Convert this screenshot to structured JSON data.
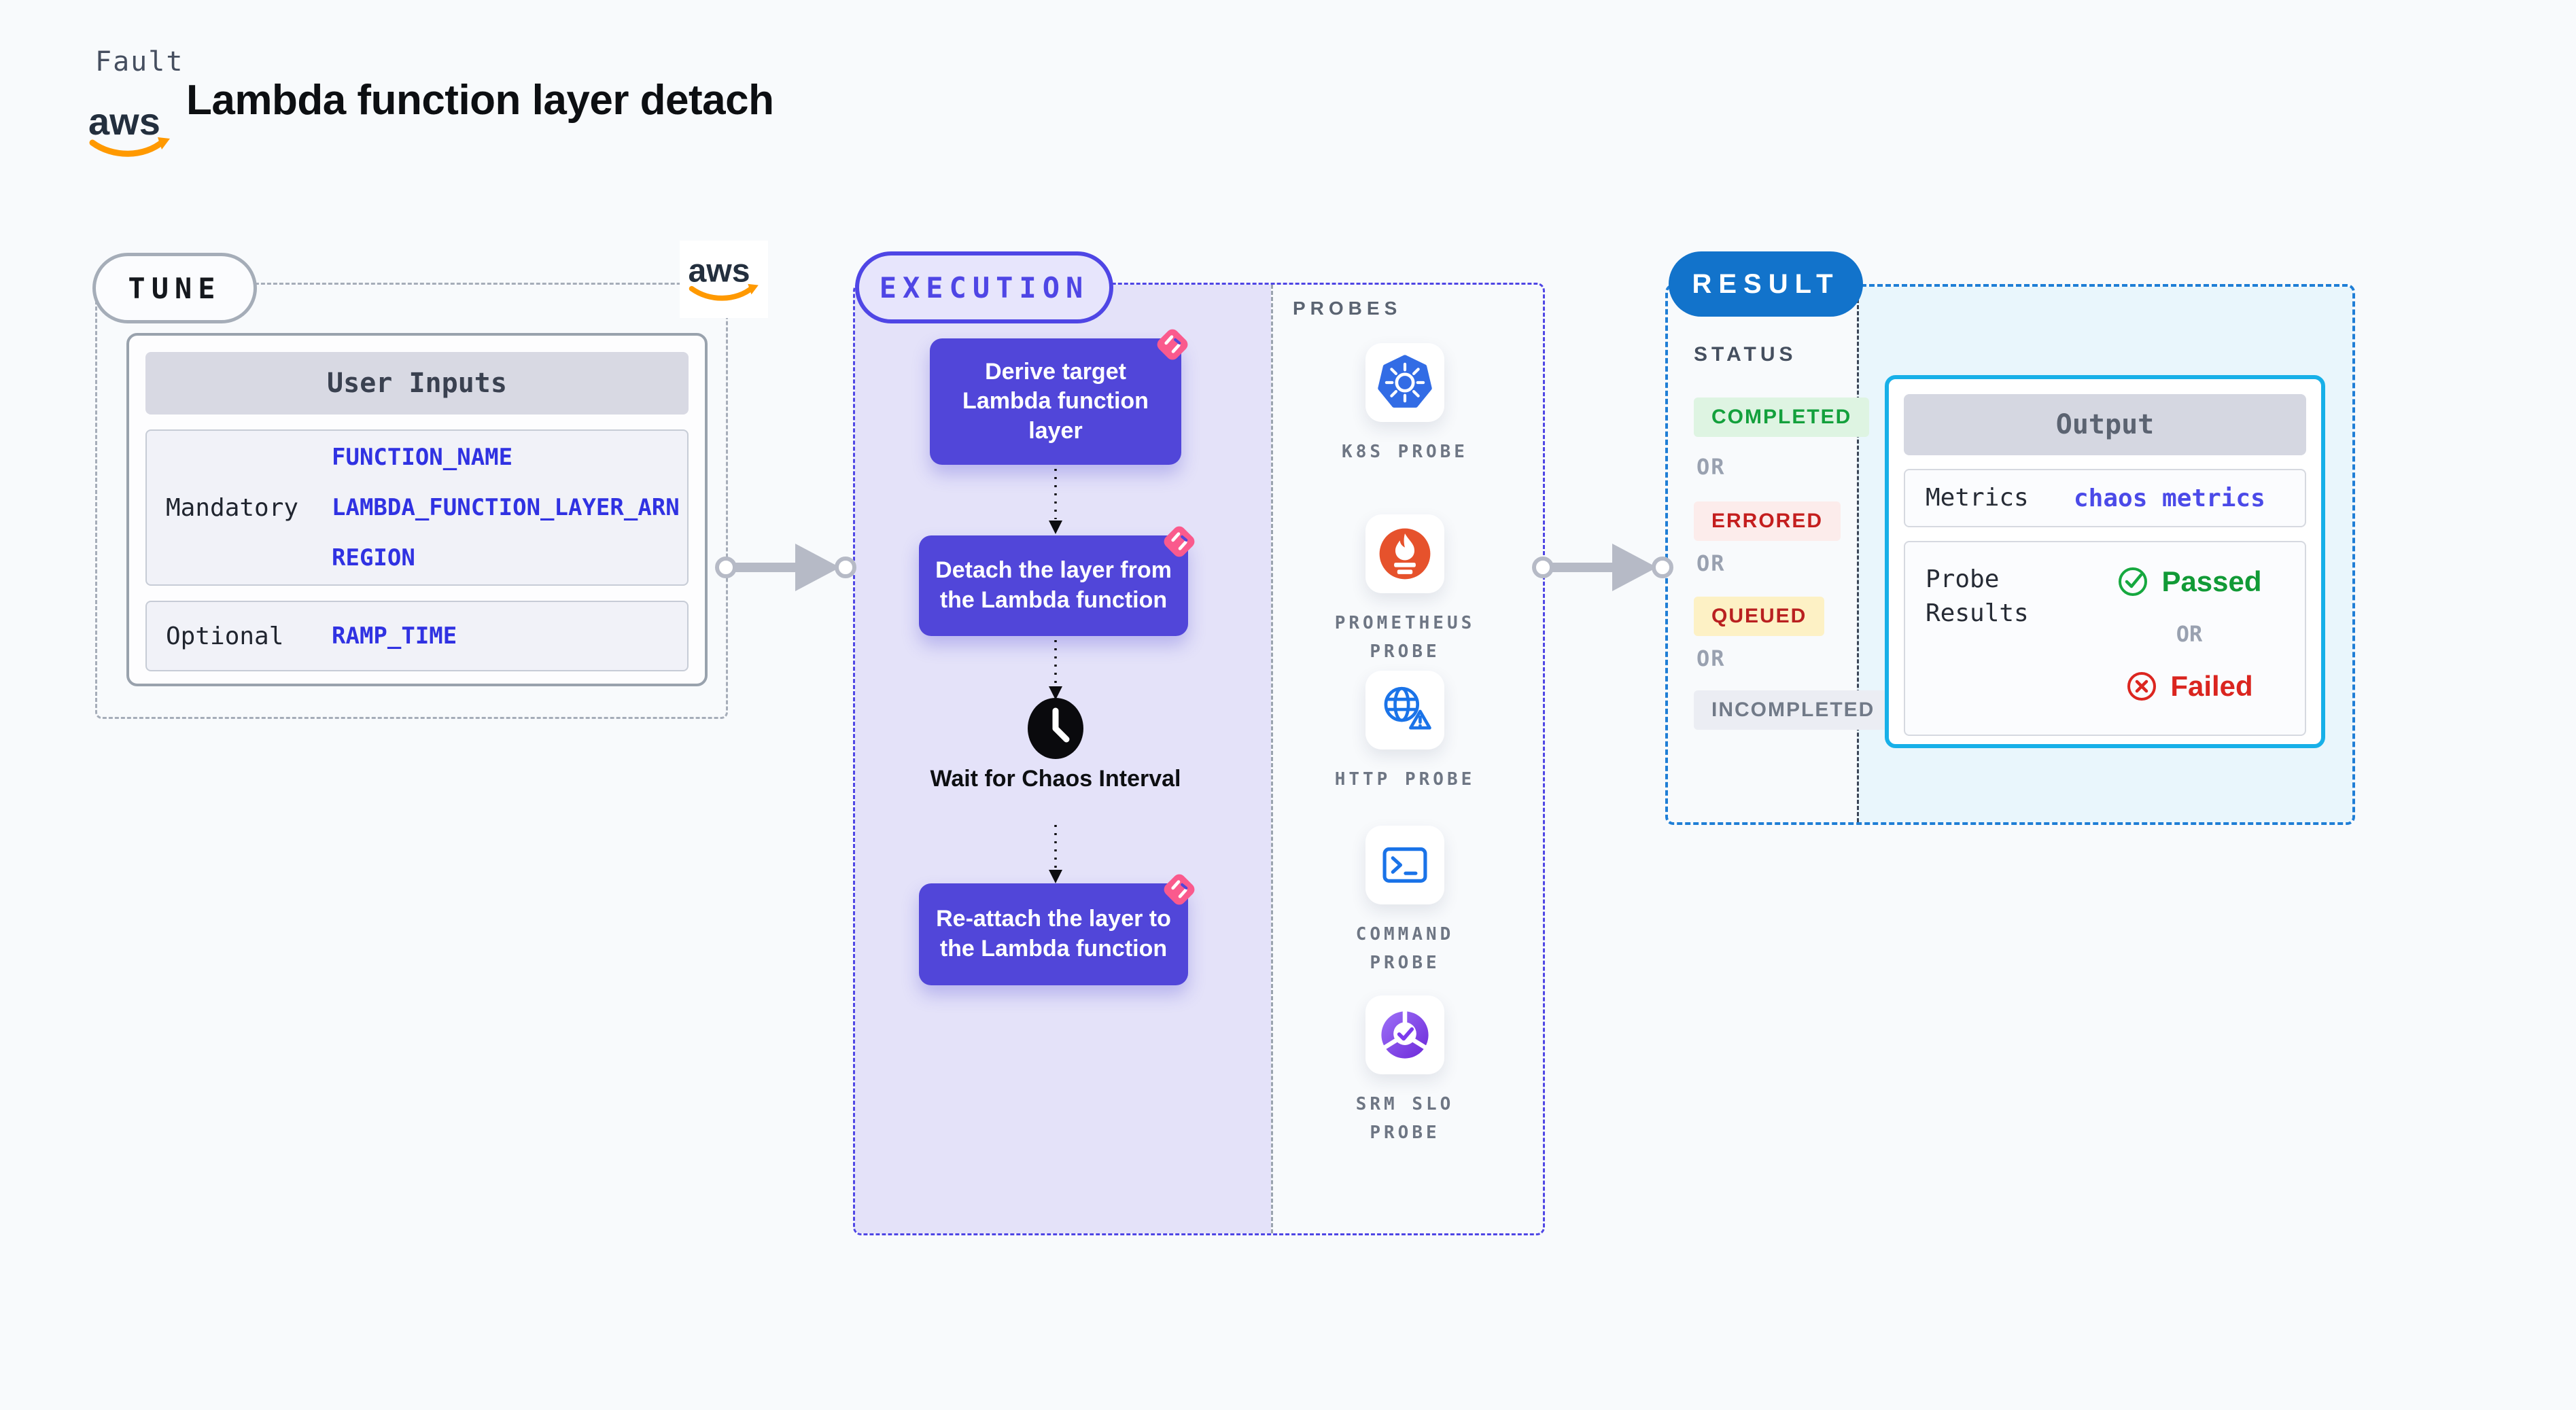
{
  "header": {
    "eyebrow": "Fault",
    "title": "Lambda function layer detach",
    "aws_logo_text": "aws"
  },
  "tune": {
    "badge": "TUNE",
    "table": {
      "title": "User Inputs",
      "rows": [
        {
          "label": "Mandatory",
          "values": [
            "FUNCTION_NAME",
            "LAMBDA_FUNCTION_LAYER_ARN",
            "REGION"
          ]
        },
        {
          "label": "Optional",
          "values": [
            "RAMP_TIME"
          ]
        }
      ]
    }
  },
  "execution": {
    "badge": "EXECUTION",
    "steps": [
      "Derive target Lambda function layer",
      "Detach the layer from the Lambda function",
      "Re-attach the layer to the Lambda function"
    ],
    "wait_label": "Wait for Chaos Interval"
  },
  "probes": {
    "title": "PROBES",
    "items": [
      {
        "label": "K8S PROBE",
        "icon": "kubernetes-icon"
      },
      {
        "label": "PROMETHEUS PROBE",
        "icon": "prometheus-icon"
      },
      {
        "label": "HTTP PROBE",
        "icon": "http-probe-icon"
      },
      {
        "label": "COMMAND PROBE",
        "icon": "command-probe-icon"
      },
      {
        "label": "SRM SLO PROBE",
        "icon": "srm-slo-icon"
      }
    ]
  },
  "result": {
    "badge": "RESULT",
    "status_title": "STATUS",
    "or_label": "OR",
    "statuses": [
      {
        "label": "COMPLETED",
        "fg": "#13a03c",
        "bg": "#def4e2"
      },
      {
        "label": "ERRORED",
        "fg": "#c41e1e",
        "bg": "#fceceb"
      },
      {
        "label": "QUEUED",
        "fg": "#b92020",
        "bg": "#fdf1c5"
      },
      {
        "label": "INCOMPLETED",
        "fg": "#717a88",
        "bg": "#ebedf3"
      }
    ],
    "output": {
      "title": "Output",
      "metrics_label": "Metrics",
      "metrics_value": "chaos metrics",
      "probe_results_label": "Probe Results",
      "passed_label": "Passed",
      "failed_label": "Failed"
    }
  },
  "colors": {
    "page_bg": "#f8fafc",
    "execution_accent": "#4f46e5",
    "execution_fill": "#e4e2f9",
    "result_accent": "#1f7ed6",
    "result_pill": "#1273cb",
    "output_border": "#17b0e8",
    "step_purple": "#5146d9",
    "chaos_pink": "#fa5a8d",
    "value_blue": "#3032e2",
    "metrics_blue": "#4b4ae8",
    "passed_green": "#119a36",
    "failed_red": "#da251f",
    "kubernetes_blue": "#326ce5",
    "prometheus_orange": "#e6522c",
    "http_blue": "#1a73e8",
    "srm_purple": "#7c3aed",
    "aws_orange": "#ff9900"
  }
}
